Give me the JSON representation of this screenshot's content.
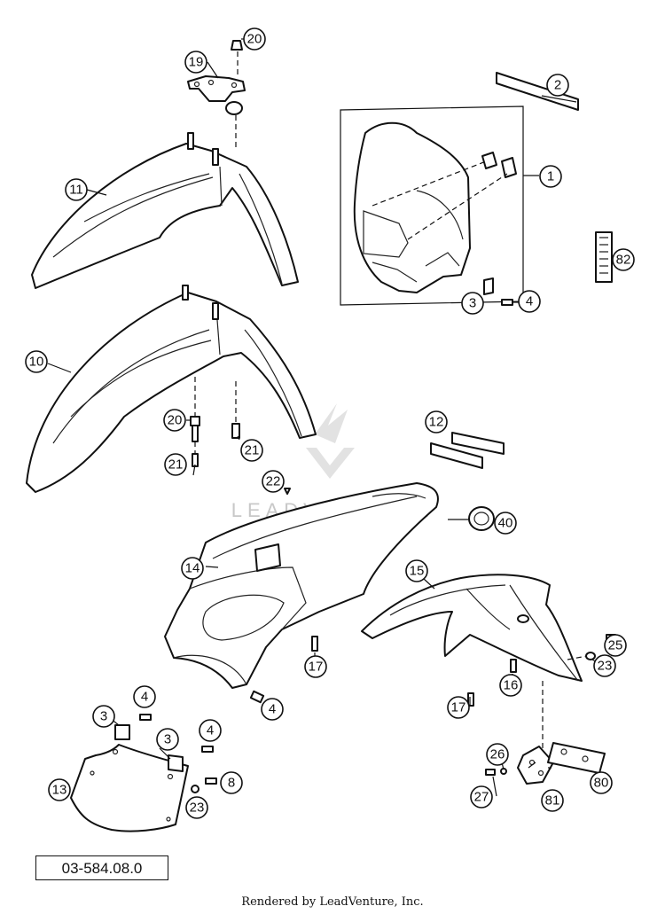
{
  "callouts": {
    "c1": "1",
    "c2": "2",
    "c3a": "3",
    "c3b": "3",
    "c3c": "3",
    "c4a": "4",
    "c4b": "4",
    "c4c": "4",
    "c4d": "4",
    "c8": "8",
    "c10": "10",
    "c11": "11",
    "c12": "12",
    "c13": "13",
    "c14": "14",
    "c15": "15",
    "c16": "16",
    "c17a": "17",
    "c17b": "17",
    "c19": "19",
    "c20a": "20",
    "c20b": "20",
    "c21a": "21",
    "c21b": "21",
    "c22": "22",
    "c23a": "23",
    "c23b": "23",
    "c25": "25",
    "c26": "26",
    "c27": "27",
    "c40": "40",
    "c80": "80",
    "c81": "81",
    "c82": "82"
  },
  "watermark": "LEADVENTURE",
  "diagram_code": "03-584.08.0",
  "footer": "Rendered by LeadVenture, Inc."
}
